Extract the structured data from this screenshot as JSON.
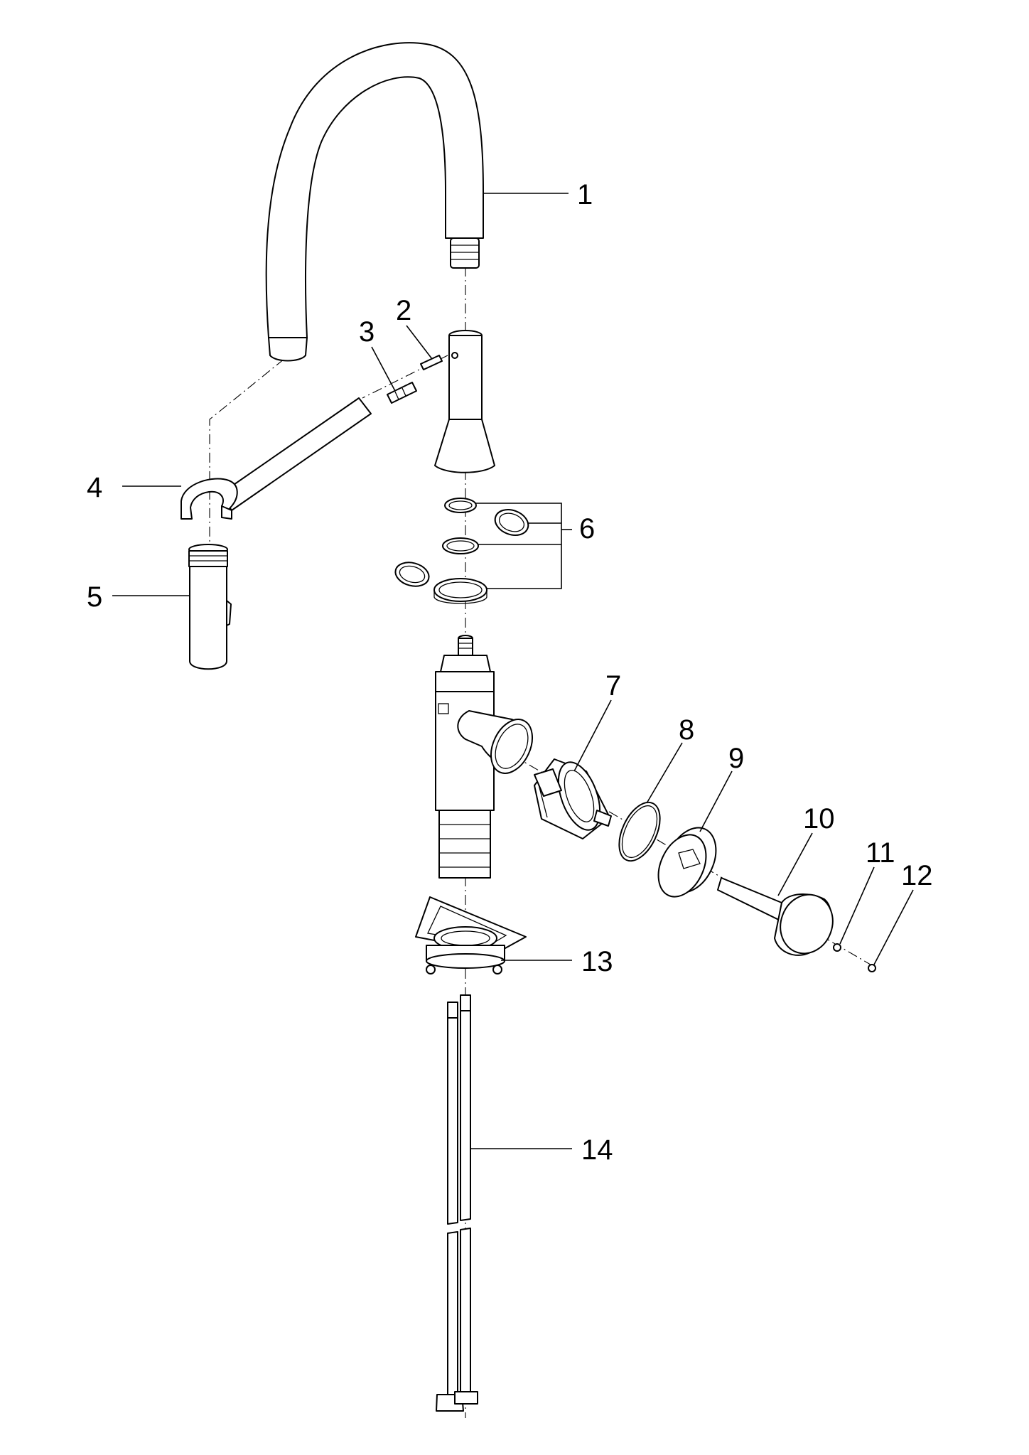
{
  "callouts": {
    "c1": "1",
    "c2": "2",
    "c3": "3",
    "c4": "4",
    "c5": "5",
    "c6": "6",
    "c7": "7",
    "c8": "8",
    "c9": "9",
    "c10": "10",
    "c11": "11",
    "c12": "12",
    "c13": "13",
    "c14": "14"
  },
  "colors": {
    "line": "#000000",
    "background": "#ffffff"
  }
}
